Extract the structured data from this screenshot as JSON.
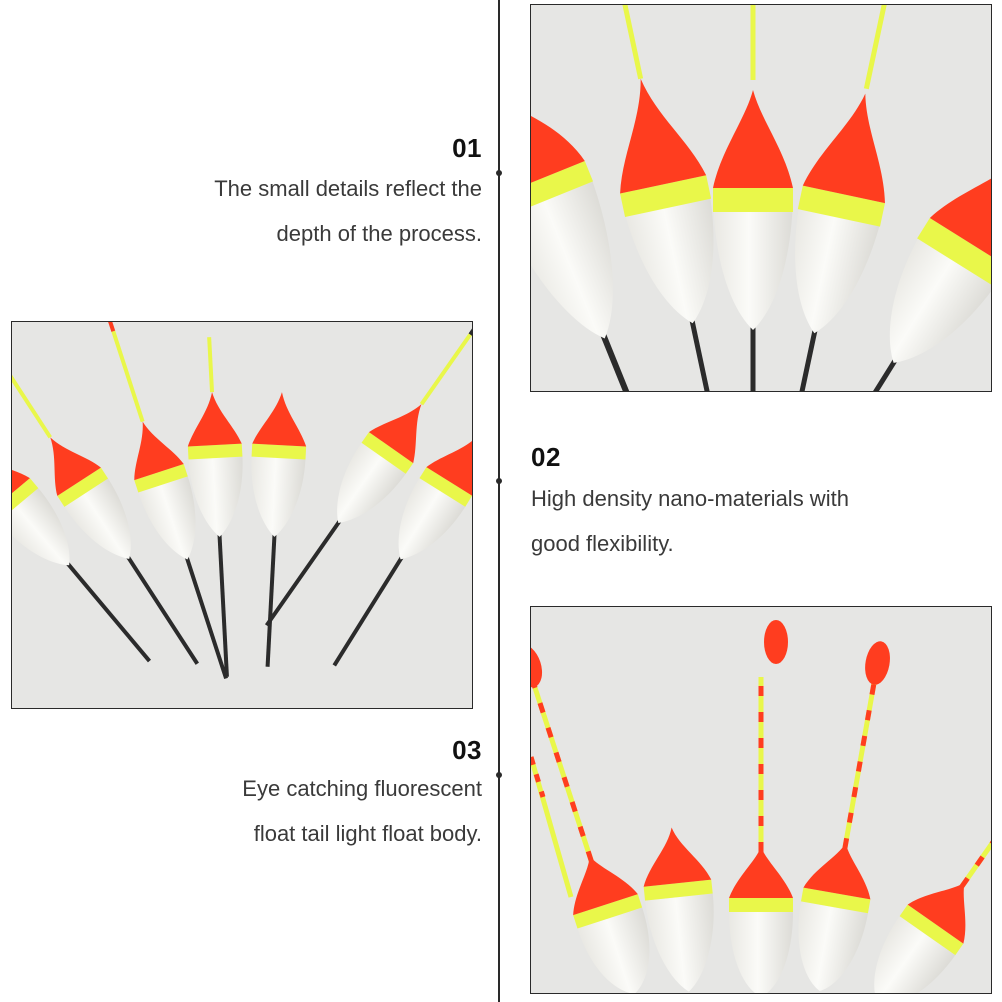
{
  "sections": [
    {
      "number": "01",
      "line1": "The small details reflect the",
      "line2": "depth of the process."
    },
    {
      "number": "02",
      "line1": "High density nano-materials with",
      "line2": "good flexibility."
    },
    {
      "number": "03",
      "line1": "Eye catching fluorescent",
      "line2": "float tail light float body."
    }
  ],
  "photos": [
    {
      "subject": "fishing-floats-closeup-top"
    },
    {
      "subject": "fishing-floats-fan-left"
    },
    {
      "subject": "fishing-floats-tips-bottom"
    }
  ],
  "colors": {
    "float_red": "#ff3d1f",
    "float_yellow": "#e9f74a",
    "float_white": "#f7f6f2",
    "stem_dark": "#2b2b2b",
    "background": "#e6e6e4",
    "line": "#2a2a2a"
  }
}
